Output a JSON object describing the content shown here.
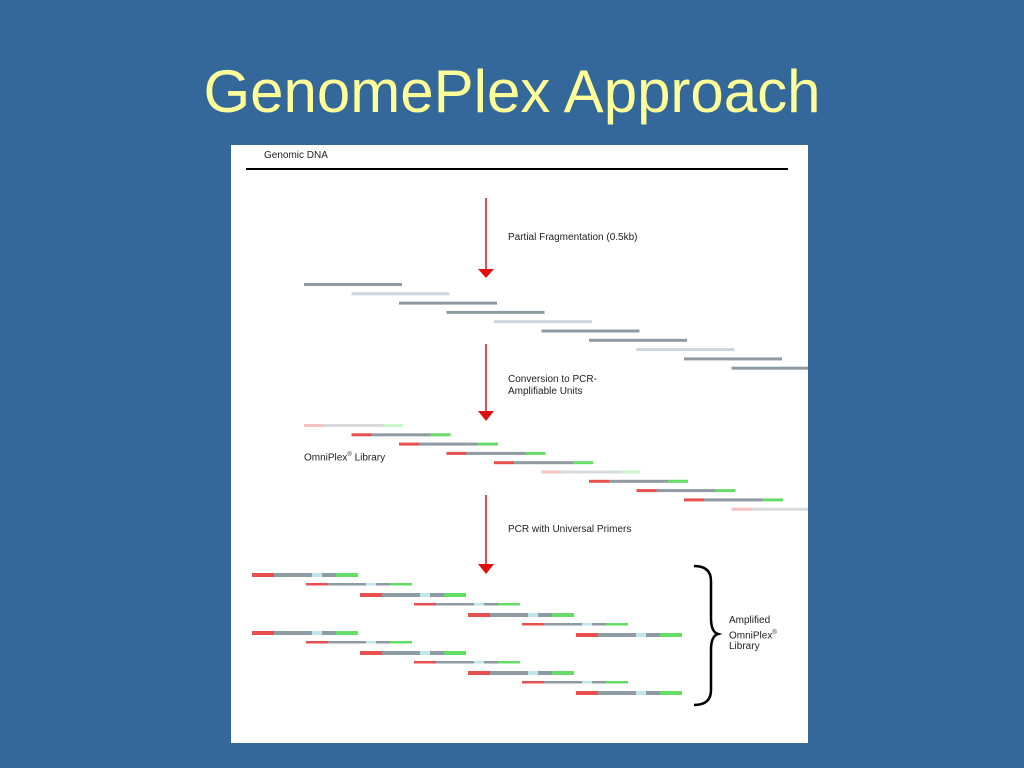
{
  "slide": {
    "title": "GenomePlex Approach"
  },
  "figure": {
    "genomic_dna_label": "Genomic DNA",
    "steps": [
      {
        "text": "Partial Fragmentation (0.5kb)"
      },
      {
        "text": "Conversion to PCR-",
        "text_line2": "Amplifiable Units"
      },
      {
        "text": "PCR with Universal Primers"
      }
    ],
    "library_label": "OmniPlex",
    "library_label_suffix": "Library",
    "amplified_label_line1": "Amplified",
    "amplified_label_line2": "OmniPlex",
    "amplified_label_line3": "Library",
    "registered_mark": "®",
    "colors": {
      "dna": "#000000",
      "arrow": "#e01010",
      "fragment": "#8f9ba3",
      "fragment_light": "#cdd6dc",
      "adapter_left": "#e85050",
      "adapter_right": "#66dd66",
      "gap": "#bfe6ee",
      "brace": "#000000"
    }
  }
}
